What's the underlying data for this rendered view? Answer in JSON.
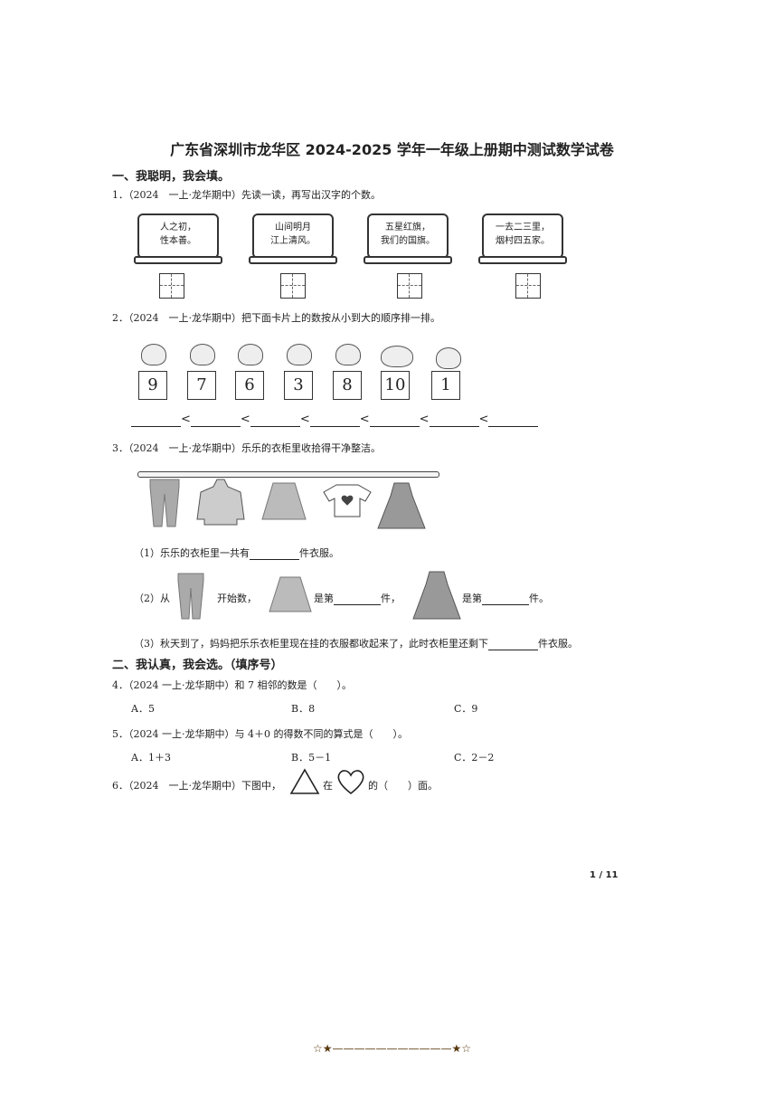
{
  "title": "广东省深圳市龙华区 2024-2025 学年一年级上册期中测试数学试卷",
  "section1": {
    "heading": "一、我聪明，我会填。"
  },
  "q1": {
    "stem": "1．（2024　一上·龙华期中）先读一读，再写出汉字的个数。",
    "boards": [
      [
        "人之初，",
        "性本善。"
      ],
      [
        "山间明月",
        "江上清风。"
      ],
      [
        "五星红旗，",
        "我们的国旗。"
      ],
      [
        "一去二三里，",
        "烟村四五家。"
      ]
    ]
  },
  "q2": {
    "stem": "2．（2024　一上·龙华期中）把下面卡片上的数按从小到大的顺序排一排。",
    "cards": [
      "9",
      "7",
      "6",
      "3",
      "8",
      "10",
      "1"
    ],
    "lt": "<"
  },
  "q3": {
    "stem": "3．（2024　一上·龙华期中）乐乐的衣柜里收拾得干净整洁。",
    "p1_a": "（1）乐乐的衣柜里一共有",
    "p1_b": "件衣服。",
    "p2_a": "（2）从",
    "p2_b": "开始数，",
    "p2_c": "是第",
    "p2_d": "件，",
    "p2_e": "是第",
    "p2_f": "件。",
    "p3_a": "（3）秋天到了，妈妈把乐乐衣柜里现在挂的衣服都收起来了，此时衣柜里还剩下",
    "p3_b": "件衣服。"
  },
  "section2": {
    "heading": "二、我认真，我会选。（填序号）"
  },
  "q4": {
    "stem": "4．（2024 一上·龙华期中）和 7 相邻的数是（　　）。",
    "options": [
      "A．5",
      "B．8",
      "C．9"
    ]
  },
  "q5": {
    "stem": "5．（2024 一上·龙华期中）与 4＋0 的得数不同的算式是（　　）。",
    "options": [
      "A．1＋3",
      "B．5－1",
      "C．2－2"
    ]
  },
  "q6": {
    "stem_a": "6．（2024　一上·龙华期中）下图中，",
    "stem_b": "在",
    "stem_c": "的（　　）面。"
  },
  "page_number": "1 / 11",
  "footer": "☆★———————————★☆"
}
